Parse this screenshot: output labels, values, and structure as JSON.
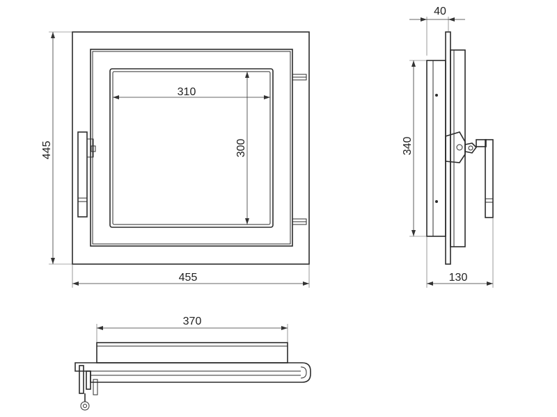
{
  "dimensions": {
    "front_width": "455",
    "front_height": "445",
    "glass_width": "310",
    "glass_height": "300",
    "side_depth_top": "40",
    "side_height": "340",
    "side_depth_total": "130",
    "bottom_width": "370"
  },
  "colors": {
    "line": "#2b2b2b",
    "background": "#ffffff"
  }
}
